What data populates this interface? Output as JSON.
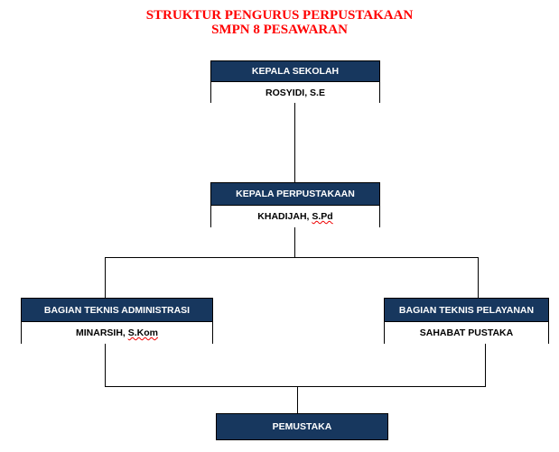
{
  "title": {
    "line1": "STRUKTUR PENGURUS PERPUSTAKAAN",
    "line2": "SMPN 8 PESAWARAN"
  },
  "nodes": {
    "kepala_sekolah": {
      "role": "KEPALA SEKOLAH",
      "name": "ROSYIDI, S.E"
    },
    "kepala_perpustakaan": {
      "role": "KEPALA PERPUSTAKAAN",
      "name_main": "KHADIJAH, ",
      "name_suffix": "S.Pd"
    },
    "administrasi": {
      "role": "BAGIAN TEKNIS ADMINISTRASI",
      "name_main": "MINARSIH, ",
      "name_suffix": "S.Kom"
    },
    "pelayanan": {
      "role": "BAGIAN TEKNIS PELAYANAN",
      "name": "SAHABAT PUSTAKA"
    },
    "pemustaka": {
      "role": "PEMUSTAKA"
    }
  },
  "colors": {
    "title": "#ff0000",
    "header": "#17375e"
  }
}
